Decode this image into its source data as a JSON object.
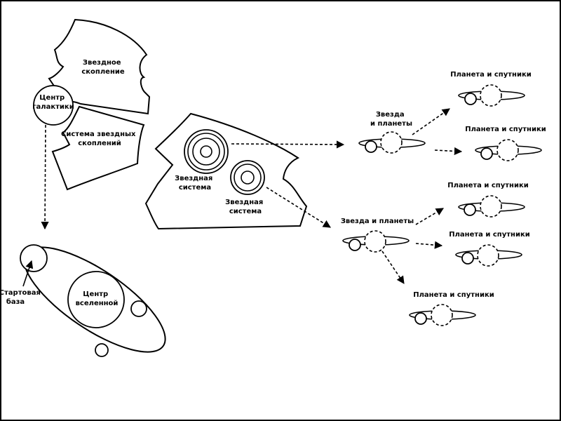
{
  "labels": {
    "star_cluster": [
      "Звездное",
      "скопление"
    ],
    "galaxy_center": [
      "Центр",
      "галактики"
    ],
    "cluster_system": [
      "Система звездных",
      "скоплений"
    ],
    "star_system_1": [
      "Звездная",
      "система"
    ],
    "star_system_2": [
      "Звездная",
      "система"
    ],
    "star_and_planets_top": [
      "Звезда",
      "и планеты"
    ],
    "star_and_planets_bottom": "Звезда и планеты",
    "planet_and_moons": "Планета и спутники",
    "start_base": [
      "Стартовая",
      "база"
    ],
    "universe_center": [
      "Центр",
      "вселенной"
    ]
  }
}
